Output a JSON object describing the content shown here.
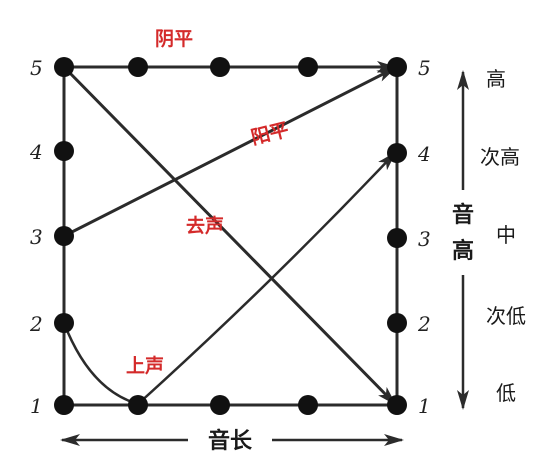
{
  "colors": {
    "line": "#2b2b2b",
    "dot": "#111111",
    "label_red": "#d42a2a",
    "text": "#1a1a1a"
  },
  "scale_numbers_left": [
    "5",
    "4",
    "3",
    "2",
    "1"
  ],
  "scale_numbers_right": [
    "5",
    "4",
    "3",
    "2",
    "1"
  ],
  "pitch_levels": [
    "高",
    "次高",
    "中",
    "次低",
    "低"
  ],
  "pitch_axis_label": [
    "音",
    "高"
  ],
  "duration_axis_label": "音长",
  "tone_labels": {
    "yinping_top": "阴平",
    "yangping": "阳平",
    "qusheng": "去声",
    "shangsheng": "上声"
  }
}
